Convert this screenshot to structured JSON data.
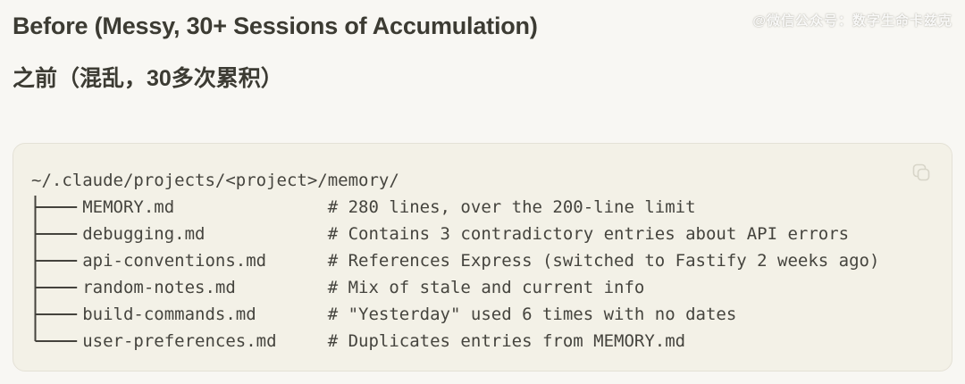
{
  "watermark": {
    "text": "@微信公众号：数字生命卡兹克"
  },
  "heading": {
    "en": "Before (Messy, 30+ Sessions of Accumulation)",
    "zh": "之前（混乱，30多次累积）"
  },
  "code_block": {
    "path_line": "~/.claude/projects/<project>/memory/",
    "files": [
      {
        "name": "MEMORY.md",
        "comment": "# 280 lines, over the 200-line limit"
      },
      {
        "name": "debugging.md",
        "comment": "# Contains 3 contradictory entries about API errors"
      },
      {
        "name": "api-conventions.md",
        "comment": "# References Express (switched to Fastify 2 weeks ago)"
      },
      {
        "name": "random-notes.md",
        "comment": "# Mix of stale and current info"
      },
      {
        "name": "build-commands.md",
        "comment": "# \"Yesterday\" used 6 times with no dates"
      },
      {
        "name": "user-preferences.md",
        "comment": "# Duplicates entries from MEMORY.md"
      }
    ]
  },
  "icons": {
    "copy": "copy-icon"
  },
  "colors": {
    "page_bg": "#f8f7f3",
    "block_bg": "#f3f1e7",
    "block_border": "#e4e1d6",
    "text_dark": "#3c3b33",
    "code_text": "#45443e",
    "tree_line": "#44433d",
    "copy_icon": "#d5d2c5",
    "watermark": "#ffffff"
  }
}
